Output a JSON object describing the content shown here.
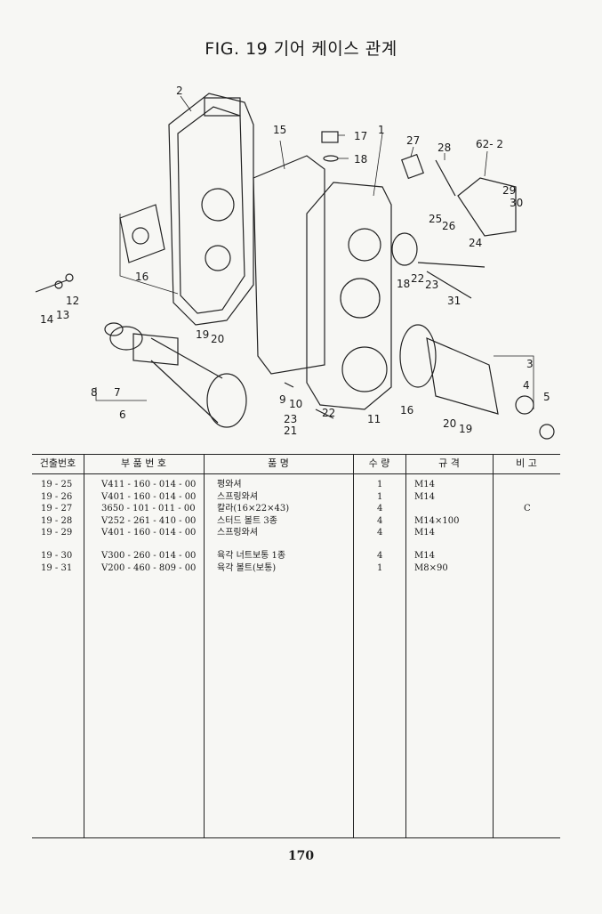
{
  "title": "FIG. 19 기어 케이스 관계",
  "diagram_callouts": [
    "2",
    "15",
    "17",
    "18",
    "1",
    "27",
    "28",
    "62- 2",
    "29",
    "30",
    "25",
    "26",
    "24",
    "16",
    "14",
    "13",
    "12",
    "18",
    "22",
    "23",
    "31",
    "19",
    "20",
    "8",
    "7",
    "6",
    "9",
    "10",
    "23",
    "22",
    "11",
    "21",
    "3",
    "4",
    "5",
    "16",
    "20",
    "19"
  ],
  "table": {
    "headers": [
      "건출번호",
      "부 품 번 호",
      "품 명",
      "수 량",
      "규 격",
      "비 고"
    ],
    "rows": [
      {
        "no": "19 - 25",
        "part": "V411 - 160 - 014 - 00",
        "name": "평와셔",
        "qty": "1",
        "spec": "M14",
        "note": ""
      },
      {
        "no": "19 - 26",
        "part": "V401 - 160 - 014 - 00",
        "name": "스프링와셔",
        "qty": "1",
        "spec": "M14",
        "note": ""
      },
      {
        "no": "19 - 27",
        "part": "3650 - 101 - 011 - 00",
        "name": "칼라(16×22×43)",
        "qty": "4",
        "spec": "",
        "note": "C"
      },
      {
        "no": "19 - 28",
        "part": "V252 - 261 - 410 - 00",
        "name": "스터드 볼트 3종",
        "qty": "4",
        "spec": "M14×100",
        "note": ""
      },
      {
        "no": "19 - 29",
        "part": "V401 - 160 - 014 - 00",
        "name": "스프링와셔",
        "qty": "4",
        "spec": "M14",
        "note": ""
      },
      {
        "no": "19 - 30",
        "part": "V300 - 260 - 014 - 00",
        "name": "육각 너트보통 1종",
        "qty": "4",
        "spec": "M14",
        "note": ""
      },
      {
        "no": "19 - 31",
        "part": "V200 - 460 - 809 - 00",
        "name": "육각 볼트(보통)",
        "qty": "1",
        "spec": "M8×90",
        "note": ""
      }
    ]
  },
  "page_number": "170"
}
